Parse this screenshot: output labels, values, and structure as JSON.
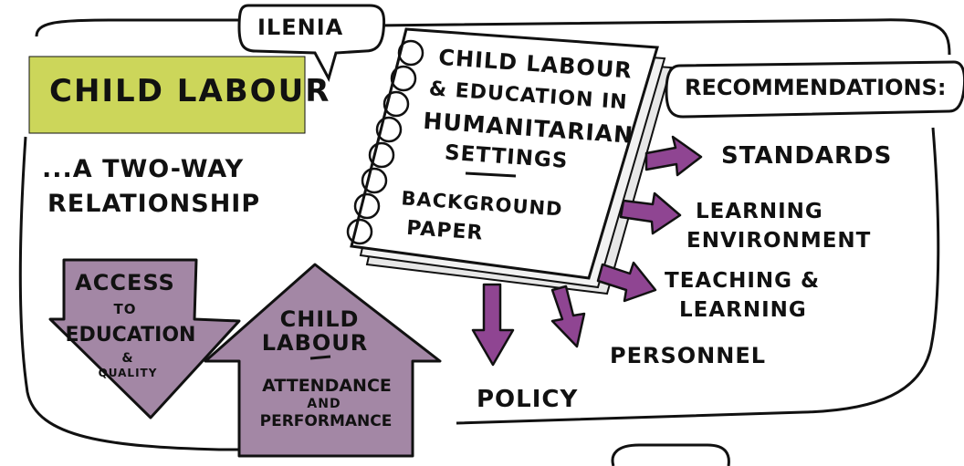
{
  "speaker_name": "ILENIA",
  "title": "CHILD LABOUR",
  "subtitle_line1": "...A TWO-WAY",
  "subtitle_line2": "RELATIONSHIP",
  "down_arrow": {
    "line1": "ACCESS",
    "line2": "TO",
    "line3": "EDUCATION",
    "line4": "&",
    "line5": "QUALITY"
  },
  "up_arrow": {
    "line1": "CHILD",
    "line2": "LABOUR",
    "line3": "ATTENDANCE",
    "line4": "AND",
    "line5": "PERFORMANCE"
  },
  "notebook": {
    "line1": "CHILD LABOUR",
    "line2": "& EDUCATION IN",
    "line3": "HUMANITARIAN",
    "line4": "SETTINGS",
    "line5": "BACKGROUND",
    "line6": "PAPER"
  },
  "recommendations_heading": "RECOMMENDATIONS:",
  "recommendations": {
    "standards": "STANDARDS",
    "learning_env_1": "LEARNING",
    "learning_env_2": "ENVIRONMENT",
    "teaching_1": "TEACHING &",
    "teaching_2": "LEARNING",
    "personnel": "PERSONNEL",
    "policy": "POLICY"
  },
  "colors": {
    "title_box": "#ccd65a",
    "arrow_fill": "#a387a5",
    "rec_arrow": "#8f4592",
    "ink": "#111111"
  }
}
